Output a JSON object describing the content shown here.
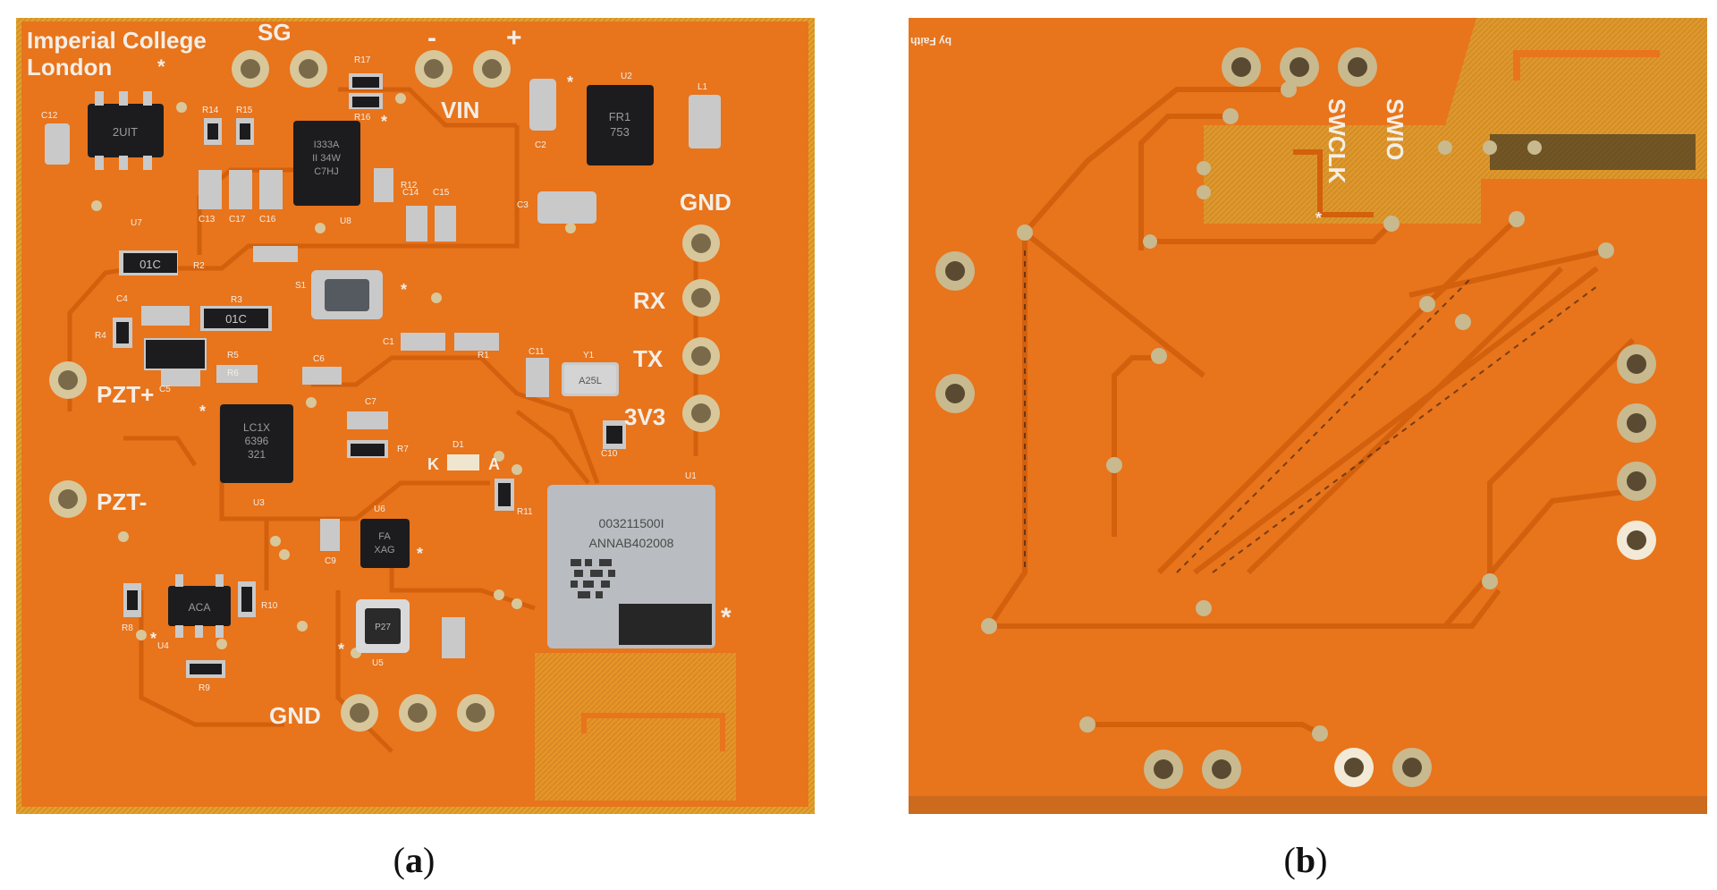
{
  "figure": {
    "panel_a": {
      "caption_open": "(",
      "caption_letter": "a",
      "caption_close": ")",
      "logo_line1": "Imperial College",
      "logo_line2": "London",
      "pin_labels": {
        "sg": "SG",
        "minus": "-",
        "plus": "+",
        "vin": "VIN",
        "gnd_right": "GND",
        "rx": "RX",
        "tx": "TX",
        "v3v3": "3V3",
        "pzt_plus": "PZT+",
        "pzt_minus": "PZT-",
        "gnd_bottom": "GND",
        "k": "K",
        "a": "A"
      },
      "designators": [
        "C12",
        "R17",
        "R14",
        "R15",
        "R16",
        "R12",
        "U2",
        "L1",
        "C2",
        "C3",
        "U7",
        "R2",
        "C4",
        "R3",
        "S1",
        "R4",
        "C5",
        "R5",
        "R6",
        "C6",
        "C1",
        "R1",
        "C11",
        "Y1",
        "C7",
        "C10",
        "U1",
        "D1",
        "R7",
        "R11",
        "U3",
        "U6",
        "C9",
        "R8",
        "R10",
        "U4",
        "R9",
        "U5",
        "U8",
        "C14",
        "C15",
        "C13",
        "C17",
        "C16"
      ],
      "chip_markings": {
        "u7": "2UIT",
        "u8_line1": "I333A",
        "u8_line2": "II 34W",
        "u8_line3": "C7HJ",
        "u2_line1": "FR1",
        "u2_line2": "753",
        "u3_line1": "LC1X",
        "u3_line2": "6396",
        "u3_line3": "321",
        "r2": "01C",
        "r3": "01C",
        "y1": "A25L",
        "u6_line1": "FA",
        "u6_line2": "XAG",
        "u4": "ACA",
        "u5": "P27",
        "module_line1": "003211500I",
        "module_line2": "ANNAB402008"
      },
      "asterisk": "*"
    },
    "panel_b": {
      "caption_open": "(",
      "caption_letter": "b",
      "caption_close": ")",
      "swclk": "SWCLK",
      "swio": "SWIO",
      "credit": "by Faith",
      "asterisk": "*"
    },
    "colors": {
      "board": "#e8741c",
      "board_dark": "#c95d10",
      "trace": "#d9650f",
      "pad": "#d8c79a",
      "silkscreen": "#f4eee6",
      "chip": "#1c1c1f",
      "module": "#b9bcc0",
      "flex_yellow": "#d9a420"
    }
  }
}
